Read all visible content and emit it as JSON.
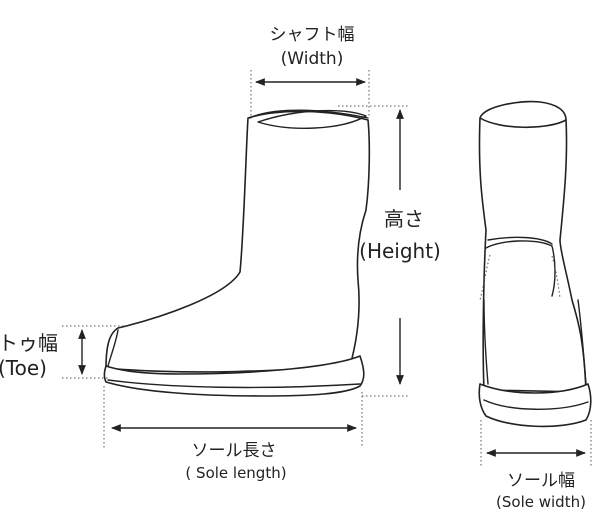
{
  "labels": {
    "shaft_width": "シャフト幅",
    "shaft_width_en": "(Width)",
    "height": "高さ",
    "height_en": "(Height)",
    "toe_width": "トゥ幅",
    "toe_width_en": "(Toe)",
    "sole_length": "ソール長さ",
    "sole_length_en": "( Sole length)",
    "sole_width": "ソール幅",
    "sole_width_en": "(Sole width)"
  },
  "colors": {
    "line": "#222222",
    "guide": "#555555",
    "background": "#ffffff"
  }
}
